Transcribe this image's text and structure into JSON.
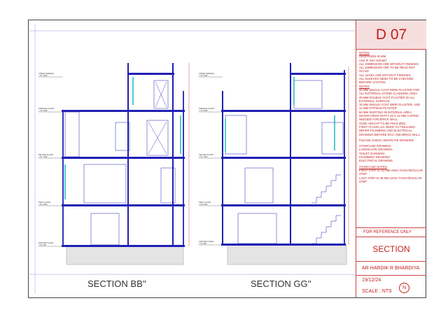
{
  "sheet": {
    "sheet_id": "D 07",
    "notes_heading": "NOTES",
    "notes_1": [
      "DIMENSION IN MM",
      "ASK IF ANY DOUBT",
      "ALL DIMENSION ARE WITHOUT FINISHES",
      "ALL DIMENSION ARE TO BE READ NOT SCALE",
      "ALL LEVEL ARE WITHOUT FINISHES",
      "ALL SLEEVES NEED TO BE CHECKED BEFORE CASTING"
    ],
    "notes_heading_2": "NOTES",
    "notes_2": [
      "25 MM SINGLE COAT WIRE PLASTER FOR ALL EXTERNAL STONE CLADDING AREA",
      "25 MM DOUBLE COAT PLASTER IN ALL EXTERNAL SURFACE",
      "15 MM SINGLE COAT WIRE PLASTER, AND 12 MM GYPSUM PLASTER",
      "50 MM SKIRTING IN INTERNAL AREA",
      "WATER DROP PATTY 25 X 12 MM COPING NEEDED FOR BRICK WALL",
      "SUNK HEIGHT TO BE FINALIZED",
      "FIRST FLOOR LVL NEED TO FINALIZED",
      "REFER PLUMBING AND ELECTRICAL DRAWING BEFORE RCC AND BRICK WALL"
    ],
    "check_separate": "PLEASE CHECK SEPARATE DRAWING",
    "drawings": [
      "STAIRCASE DRAWING",
      "LANDSCAPE DRAWING",
      "TOILET DARWING",
      "PLUMBING DRAWING",
      "ELECTRICAL DRAWING"
    ],
    "staircase_heading": "STAIRCASE NOTES",
    "staircase_notes": [
      "FIRST STEP IS 45 MM HIGH THAN REGULAR STEP",
      "LAST STEP IS 45 MM LESS THAN REGULAR STEP"
    ],
    "reference": "FOR REFERENCE ONLY",
    "title": "SECTION",
    "architect": "AR HARDIK R BHARDIYA",
    "date": "19/12/24",
    "scale": "SCALE : NTS",
    "north": "N"
  },
  "sections": {
    "bb_label": "SECTION BB''",
    "gg_label": "SECTION GG''",
    "levels": {
      "upper_terrace": "UPPER TERRACE",
      "upper_terrace_val": "+ 16. 5000",
      "terrace": "TERRACE FLOOR",
      "terrace_val": "+ 14. 0000",
      "second": "SECOND FLOOR",
      "second_val": "+ 10. 7000",
      "first": "FIRST FLOOR",
      "first_val": "+ 06. 9000",
      "ground": "GROUND FLOOR",
      "ground_val": "+ 01. 800"
    }
  },
  "colors": {
    "accent": "#c41e1e",
    "wall": "#1f1fb4",
    "cyan": "#19b9c8",
    "frame": "#444444"
  }
}
